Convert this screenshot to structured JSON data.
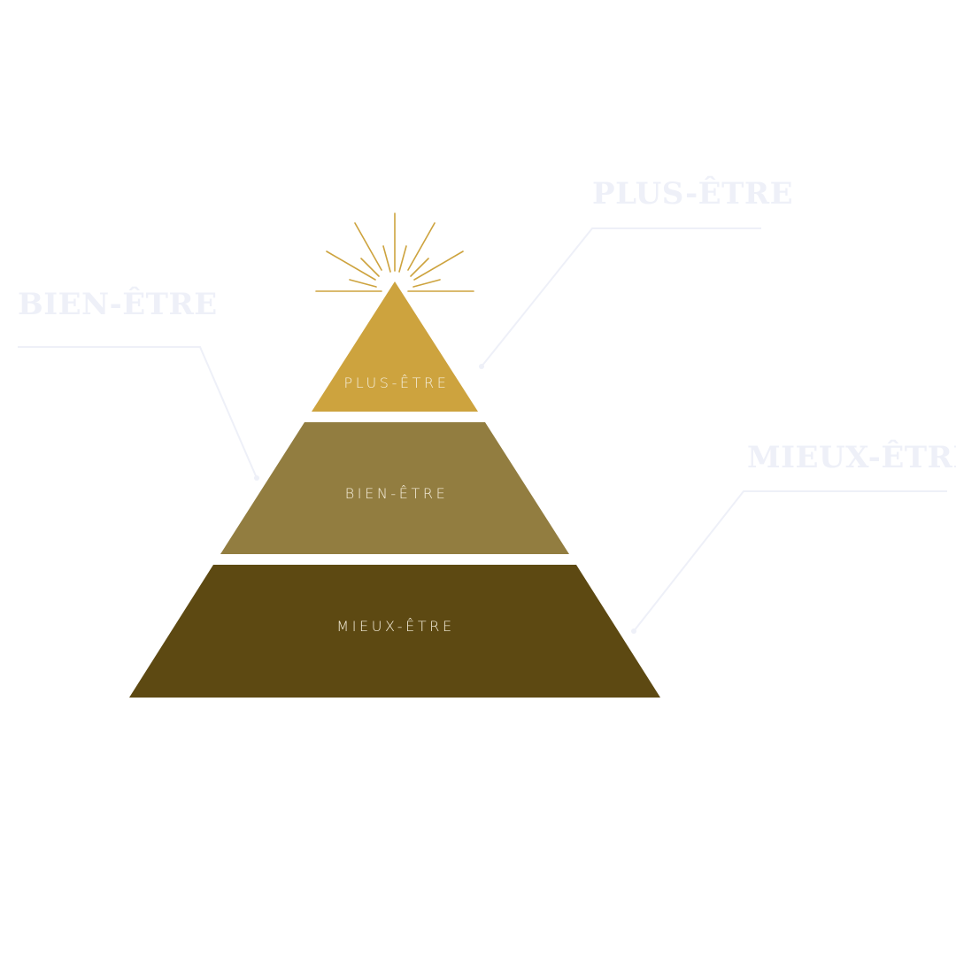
{
  "diagram": {
    "tiers": [
      {
        "id": "plus-etre",
        "label": "PLUS-ÊTRE",
        "color": "#CDA33E"
      },
      {
        "id": "bien-etre",
        "label": "BIEN-ÊTRE",
        "color": "#927D40"
      },
      {
        "id": "mieux-etre",
        "label": "MIEUX-ÊTRE",
        "color": "#5D4912"
      }
    ],
    "tier_label_color": "#F5EEDC",
    "callouts": {
      "plus": {
        "label": "PLUS-ÊTRE"
      },
      "bien": {
        "label": "BIEN-ÊTRE"
      },
      "mieux": {
        "label": "MIEUX-ÊTRE"
      }
    },
    "callout_color": "#EEF0F8",
    "callout_line_color": "#EEF0F8",
    "rays_color": "#CDA33E"
  }
}
